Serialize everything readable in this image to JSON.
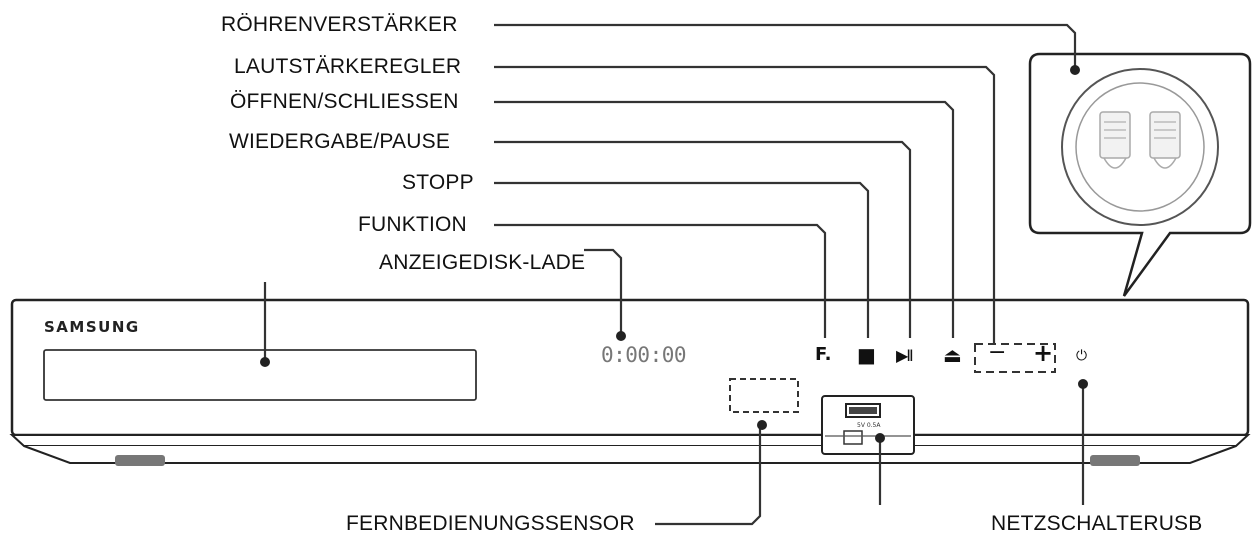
{
  "labels": {
    "tube_amp": "RÖHRENVERSTÄRKER",
    "volume": "LAUTSTÄRKEREGLER",
    "open_close": "ÖFFNEN/SCHLIESSEN",
    "play_pause": "WIEDERGABE/PAUSE",
    "stop": "STOPP",
    "function": "FUNKTION",
    "display_tray": "ANZEIGEDISK-LADE",
    "remote_sensor": "FERNBEDIENUNGSSENSOR",
    "power_usb": "NETZSCHALTERUSB"
  },
  "device": {
    "brand": "SAMSUNG",
    "display_digits": "0:00:00",
    "function_btn": "F.",
    "stop_glyph": "■",
    "play_glyph": "▶II",
    "eject_glyph": "⏏",
    "vol_minus": "−",
    "vol_plus": "+",
    "power_glyph": "⏻",
    "usb_text": "5V 0.5A"
  }
}
